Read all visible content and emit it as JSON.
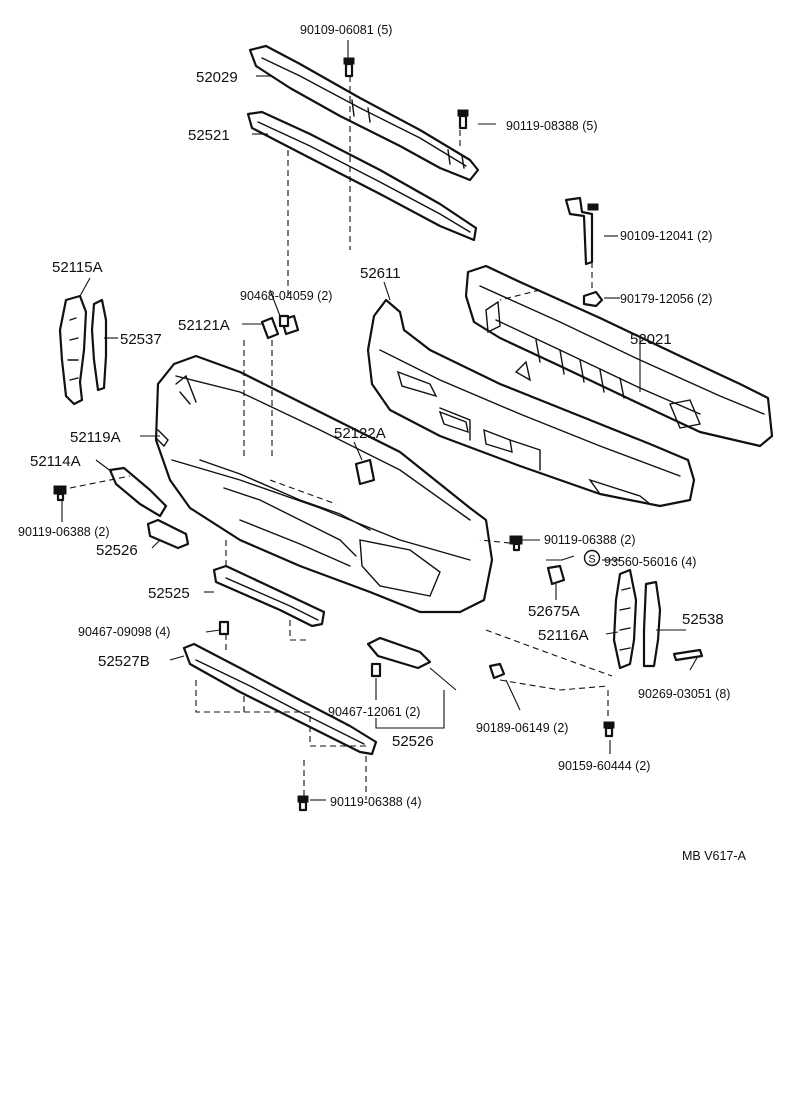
{
  "labels": {
    "p90109_06081": "90109-06081 (5)",
    "p52029": "52029",
    "p90119_08388_5": "90119-08388 (5)",
    "p52521": "52521",
    "p90109_12041": "90109-12041 (2)",
    "p52115A": "52115A",
    "p52611": "52611",
    "p90468_04059": "90468-04059 (2)",
    "p90179_12056": "90179-12056 (2)",
    "p52121A": "52121A",
    "p52537": "52537",
    "p52021": "52021",
    "p52119A": "52119A",
    "p52122A": "52122A",
    "p52114A": "52114A",
    "p90119_06388_left": "90119-06388 (2)",
    "p90119_06388_right": "90119-06388 (2)",
    "p52526_left": "52526",
    "p93560_56016": "93560-56016 (4)",
    "p52525": "52525",
    "p52675A": "52675A",
    "p52538": "52538",
    "p90467_09098": "90467-09098 (4)",
    "p52116A": "52116A",
    "p52527B": "52527B",
    "p90269_03051": "90269-03051 (8)",
    "p90467_12061": "90467-12061 (2)",
    "p90189_06149": "90189-06149 (2)",
    "p52526_bottom": "52526",
    "p90159_60444": "90159-60444 (2)",
    "p90119_06388_4": "90119-06388 (4)",
    "s_marker": "S",
    "ref": "MB V617-A"
  }
}
